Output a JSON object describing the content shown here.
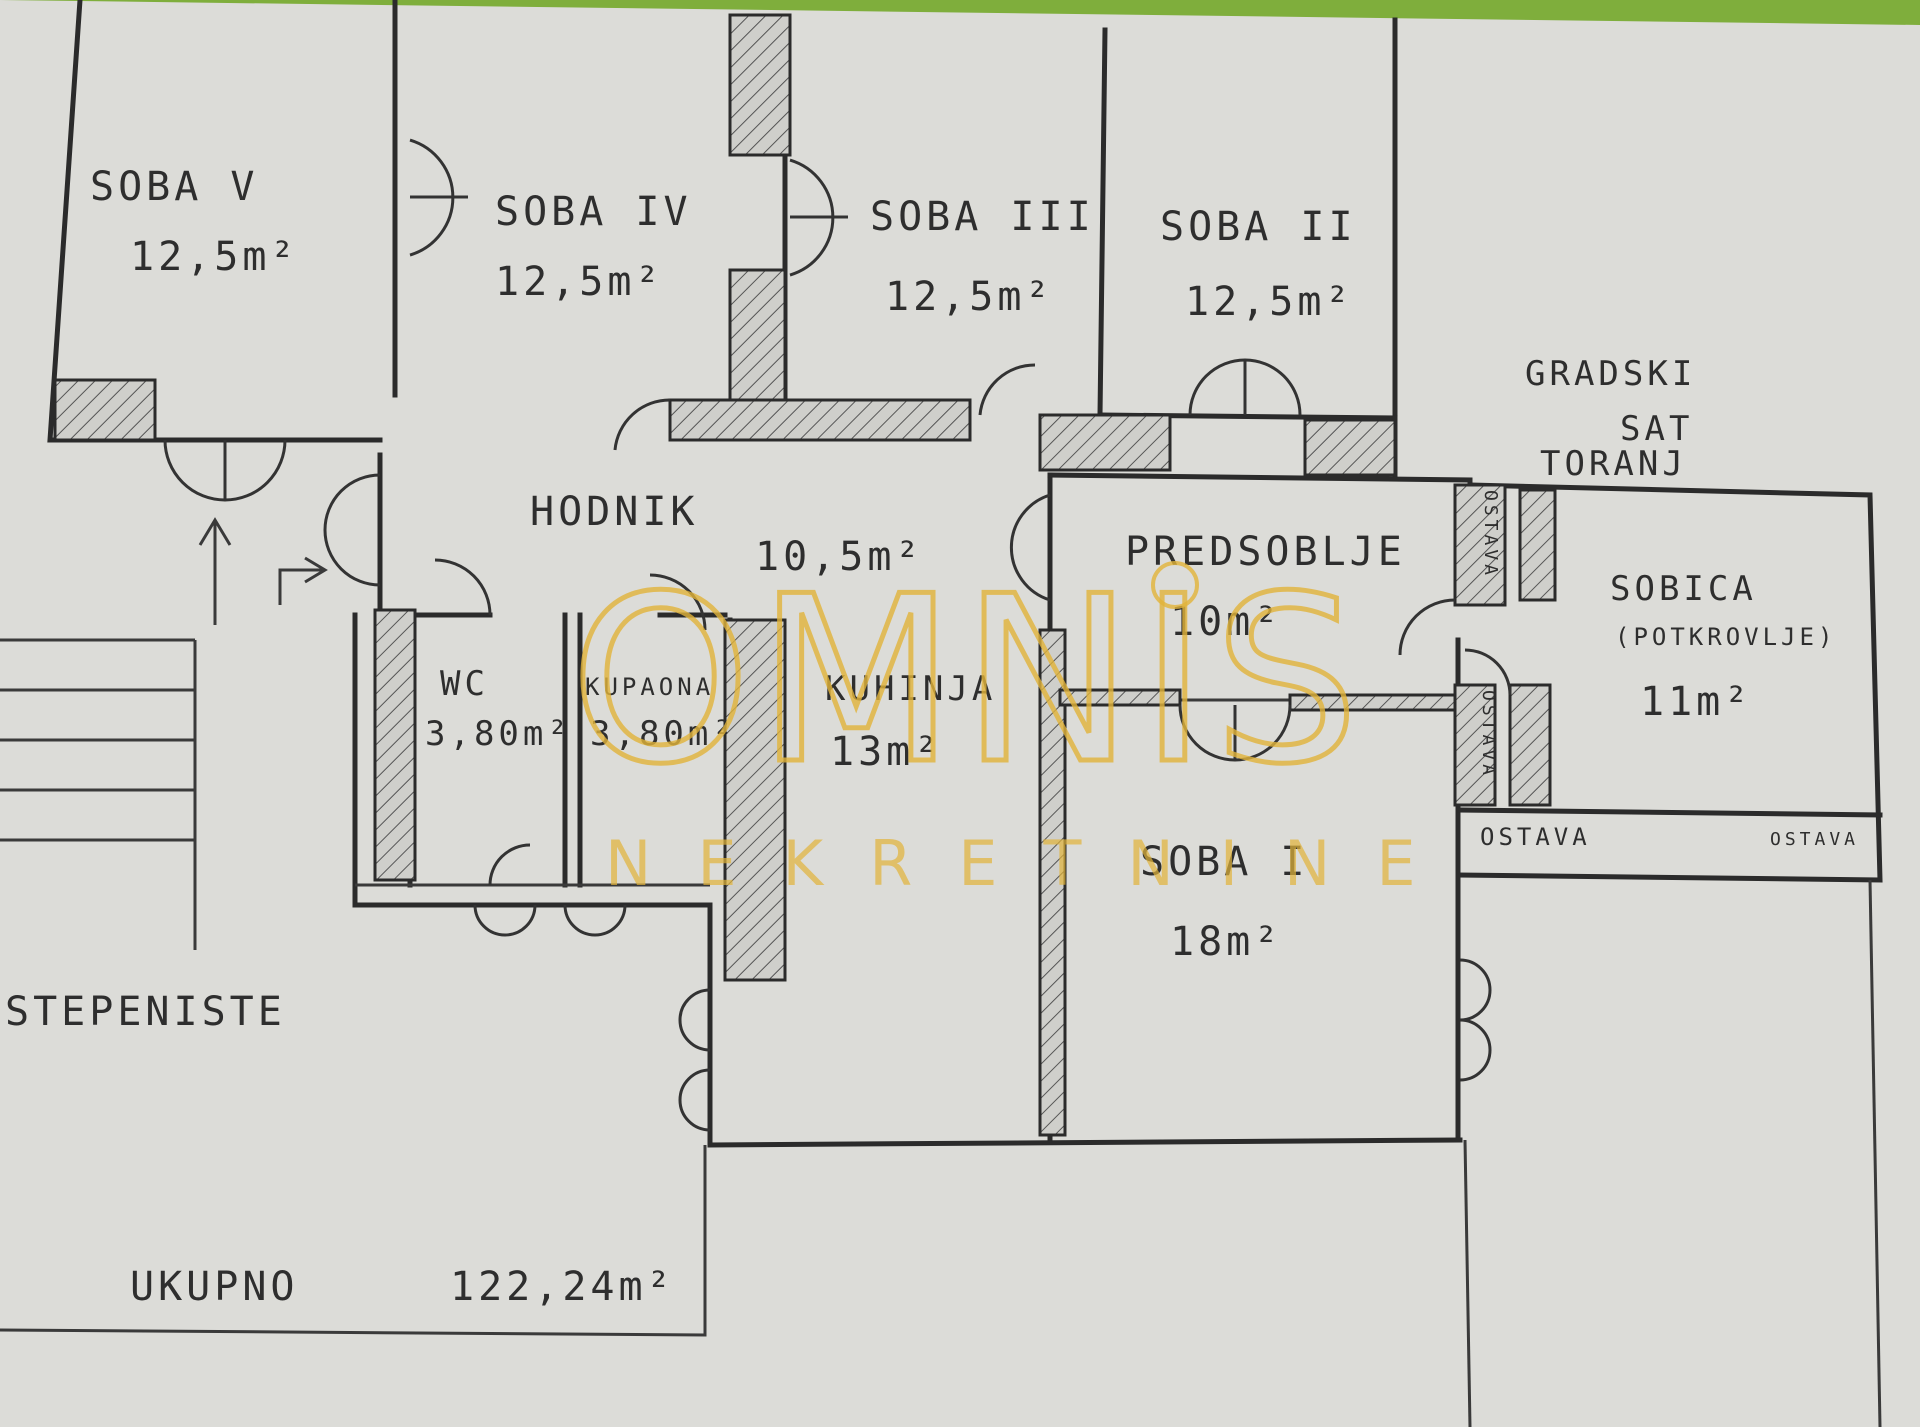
{
  "rooms": {
    "soba_v": {
      "name": "SOBA V",
      "area": "12,5m²"
    },
    "soba_iv": {
      "name": "SOBA IV",
      "area": "12,5m²"
    },
    "soba_iii": {
      "name": "SOBA III",
      "area": "12,5m²"
    },
    "soba_ii": {
      "name": "SOBA II",
      "area": "12,5m²"
    },
    "soba_i": {
      "name": "SOBA I",
      "area": "18m²"
    },
    "hodnik": {
      "name": "HODNIK",
      "area": "10,5m²"
    },
    "predsoblje": {
      "name": "PREDSOBLJE",
      "area": "10m²"
    },
    "wc": {
      "name": "WC",
      "area": "3,80m²"
    },
    "kupaona": {
      "name": "KUPAONA",
      "area": "3,80m²"
    },
    "kuhinja": {
      "name": "KUHINJA",
      "area": "13m²"
    },
    "sobica": {
      "name": "SOBICA",
      "note": "(POTKROVLJE)",
      "area": "11m²"
    }
  },
  "ostava_labels": [
    "OSTAVA",
    "OSTAVA",
    "OSTAVA",
    "OSTAVA"
  ],
  "tower": [
    "GRADSKI",
    "SAT",
    "TORANJ"
  ],
  "stairs_label": "STEPENISTE",
  "total": {
    "label": "UKUPNO",
    "value": "122,24m²"
  },
  "watermark": {
    "brand": "OMNIS",
    "sub": "NEKRETNINE"
  },
  "colors": {
    "background": "#7fae3c",
    "paper": "#dcdcd8",
    "ink": "#2b2b2b",
    "watermark": "#e2b43a"
  }
}
